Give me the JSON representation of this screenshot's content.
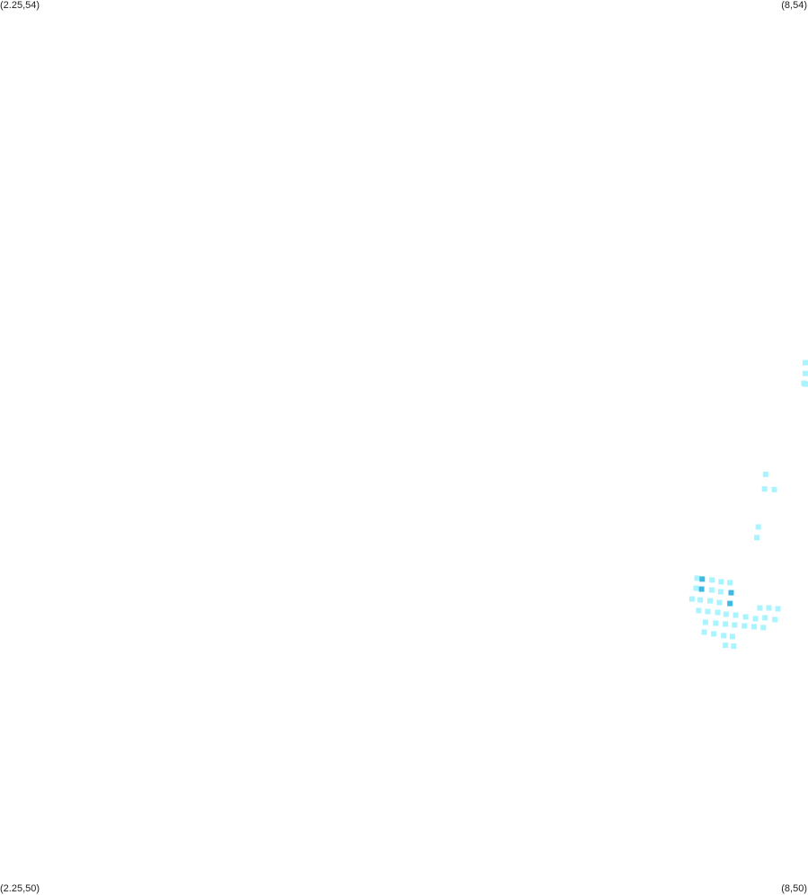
{
  "corner_labels": {
    "top_left": "(2.25,54)",
    "top_right": "(8,54)",
    "bottom_left": "(2.25,50)",
    "bottom_right": "(8,50)"
  },
  "bounds": {
    "lon_min": 2.25,
    "lon_max": 8,
    "lat_min": 50,
    "lat_max": 54
  },
  "colors": {
    "low": "#aaf4ff",
    "high": "#3fb8e4",
    "background": "#ffffff"
  },
  "cells": [
    {
      "lon": 7.991,
      "lat": 52.379,
      "level": "low"
    },
    {
      "lon": 7.987,
      "lat": 52.331,
      "level": "low"
    },
    {
      "lon": 7.984,
      "lat": 52.283,
      "level": "low"
    },
    {
      "lon": 7.971,
      "lat": 52.287,
      "level": "low"
    },
    {
      "lon": 7.698,
      "lat": 51.88,
      "level": "low"
    },
    {
      "lon": 7.691,
      "lat": 51.815,
      "level": "low"
    },
    {
      "lon": 7.76,
      "lat": 51.812,
      "level": "low"
    },
    {
      "lon": 7.646,
      "lat": 51.645,
      "level": "low"
    },
    {
      "lon": 7.636,
      "lat": 51.597,
      "level": "low"
    },
    {
      "lon": 7.211,
      "lat": 51.416,
      "level": "low"
    },
    {
      "lon": 7.247,
      "lat": 51.412,
      "level": "high"
    },
    {
      "lon": 7.317,
      "lat": 51.408,
      "level": "low"
    },
    {
      "lon": 7.382,
      "lat": 51.4,
      "level": "low"
    },
    {
      "lon": 7.445,
      "lat": 51.396,
      "level": "low"
    },
    {
      "lon": 7.204,
      "lat": 51.371,
      "level": "low"
    },
    {
      "lon": 7.243,
      "lat": 51.367,
      "level": "high"
    },
    {
      "lon": 7.315,
      "lat": 51.363,
      "level": "low"
    },
    {
      "lon": 7.378,
      "lat": 51.355,
      "level": "low"
    },
    {
      "lon": 7.453,
      "lat": 51.351,
      "level": "high"
    },
    {
      "lon": 7.174,
      "lat": 51.323,
      "level": "low"
    },
    {
      "lon": 7.233,
      "lat": 51.319,
      "level": "low"
    },
    {
      "lon": 7.303,
      "lat": 51.315,
      "level": "low"
    },
    {
      "lon": 7.37,
      "lat": 51.307,
      "level": "low"
    },
    {
      "lon": 7.445,
      "lat": 51.303,
      "level": "high"
    },
    {
      "lon": 7.222,
      "lat": 51.271,
      "level": "low"
    },
    {
      "lon": 7.287,
      "lat": 51.267,
      "level": "low"
    },
    {
      "lon": 7.357,
      "lat": 51.263,
      "level": "low"
    },
    {
      "lon": 7.417,
      "lat": 51.255,
      "level": "low"
    },
    {
      "lon": 7.485,
      "lat": 51.251,
      "level": "low"
    },
    {
      "lon": 7.556,
      "lat": 51.243,
      "level": "low"
    },
    {
      "lon": 7.626,
      "lat": 51.235,
      "level": "low"
    },
    {
      "lon": 7.694,
      "lat": 51.239,
      "level": "low"
    },
    {
      "lon": 7.764,
      "lat": 51.231,
      "level": "low"
    },
    {
      "lon": 7.658,
      "lat": 51.283,
      "level": "low"
    },
    {
      "lon": 7.722,
      "lat": 51.283,
      "level": "low"
    },
    {
      "lon": 7.786,
      "lat": 51.279,
      "level": "low"
    },
    {
      "lon": 7.27,
      "lat": 51.219,
      "level": "low"
    },
    {
      "lon": 7.343,
      "lat": 51.215,
      "level": "low"
    },
    {
      "lon": 7.413,
      "lat": 51.211,
      "level": "low"
    },
    {
      "lon": 7.478,
      "lat": 51.207,
      "level": "low"
    },
    {
      "lon": 7.547,
      "lat": 51.203,
      "level": "low"
    },
    {
      "lon": 7.617,
      "lat": 51.199,
      "level": "low"
    },
    {
      "lon": 7.682,
      "lat": 51.195,
      "level": "low"
    },
    {
      "lon": 7.261,
      "lat": 51.175,
      "level": "low"
    },
    {
      "lon": 7.33,
      "lat": 51.167,
      "level": "low"
    },
    {
      "lon": 7.4,
      "lat": 51.159,
      "level": "low"
    },
    {
      "lon": 7.462,
      "lat": 51.155,
      "level": "low"
    },
    {
      "lon": 7.413,
      "lat": 51.116,
      "level": "low"
    },
    {
      "lon": 7.471,
      "lat": 51.112,
      "level": "low"
    }
  ]
}
